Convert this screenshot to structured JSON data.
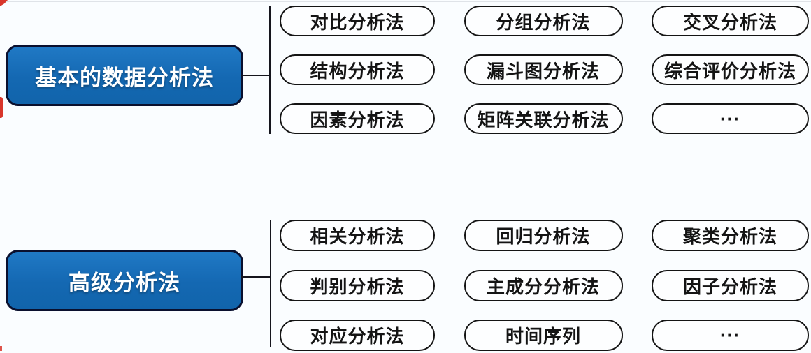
{
  "page": {
    "background": "#fafdff"
  },
  "colors": {
    "page_bg": "#fafdff",
    "box_fill_top": "#2079c5",
    "box_fill_mid": "#1468b2",
    "box_fill_bottom": "#1164ab",
    "box_border": "#0a102e",
    "box_text": "#ffffff",
    "pill_fill": "#fdfeff",
    "pill_border": "#141414",
    "pill_text": "#141414",
    "line": "#15151d",
    "red_mark": "#d8362b"
  },
  "groups": [
    {
      "label": "基本的数据分析法",
      "items": [
        "对比分析法",
        "分组分析法",
        "交叉分析法",
        "结构分析法",
        "漏斗图分析法",
        "综合评价分析法",
        "因素分析法",
        "矩阵关联分析法",
        "···"
      ]
    },
    {
      "label": "高级分析法",
      "items": [
        "相关分析法",
        "回归分析法",
        "聚类分析法",
        "判别分析法",
        "主成分分析法",
        "因子分析法",
        "对应分析法",
        "时间序列",
        "···"
      ]
    }
  ]
}
